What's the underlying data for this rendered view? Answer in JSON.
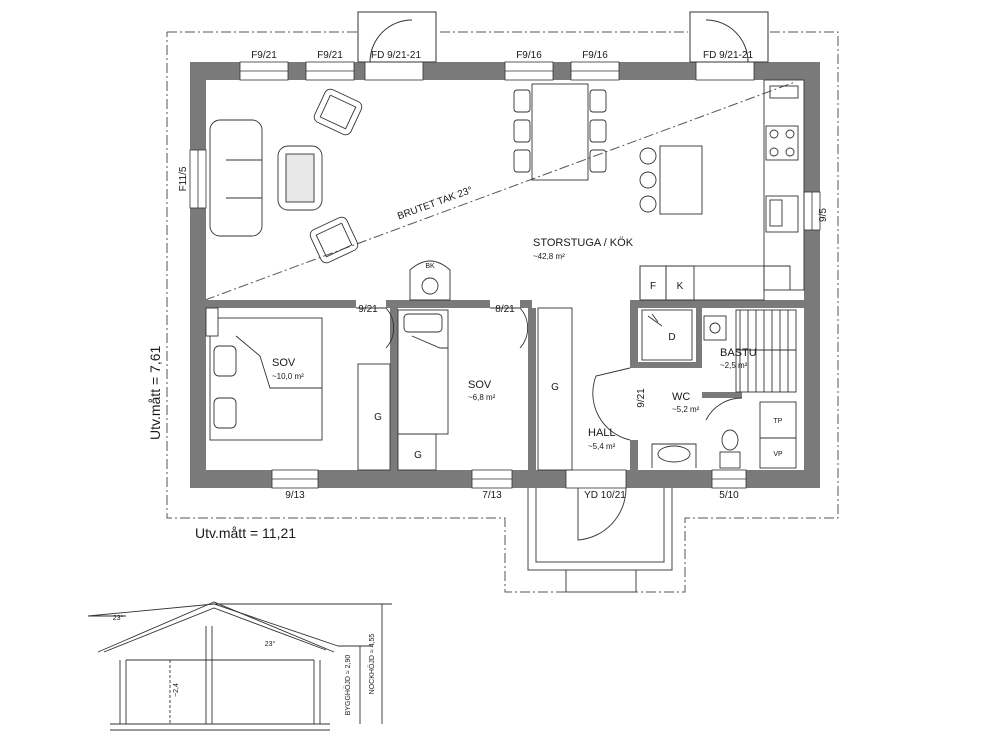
{
  "windows": {
    "top_left_1": "F9/21",
    "top_left_2": "F9/21",
    "top_door_left": "FD 9/21-21",
    "top_mid_1": "F9/16",
    "top_mid_2": "F9/16",
    "top_door_right": "FD 9/21-21",
    "left_side": "F11/5",
    "right_side": "9/5",
    "bottom_1": "9/13",
    "bottom_2": "7/13",
    "entrance": "YD 10/21",
    "bottom_3": "5/10"
  },
  "interior_doors": {
    "sov1": "9/21",
    "sov2": "8/21",
    "wc": "9/21"
  },
  "rooms": {
    "living": {
      "name": "STORSTUGA / KÖK",
      "area": "~42,8 m²"
    },
    "sov1": {
      "name": "SOV",
      "area": "~10,0 m²"
    },
    "sov2": {
      "name": "SOV",
      "area": "~6,8 m²"
    },
    "hall": {
      "name": "HALL",
      "area": "~5,4 m²"
    },
    "bastu": {
      "name": "BASTU",
      "area": "~2,5 m²"
    },
    "wc": {
      "name": "WC",
      "area": "~5,2 m²"
    }
  },
  "fixtures": {
    "stove": "BK",
    "freezer": "F",
    "fridge": "K",
    "dryer": "D",
    "wardrobe": "G",
    "tp": "TP",
    "vp": "VP"
  },
  "roof_note": "BRUTET TAK 23°",
  "dimensions": {
    "width": "Utv.mått = 11,21",
    "depth": "Utv.mått = 7,61"
  },
  "section": {
    "roof_pitch_outer": "23°",
    "roof_pitch_inner": "23°",
    "inner_height": "~2,4",
    "building_height": "BYGGHÖJD ≈ 2,90",
    "ridge_height": "NOCKHÖJD ≈ 4,55"
  }
}
